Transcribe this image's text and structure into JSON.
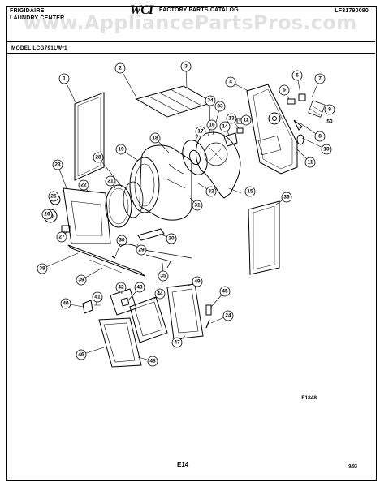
{
  "header": {
    "brand_line1": "FRIGIDAIRE",
    "brand_line2": "LAUNDRY CENTER",
    "logo": "WCI",
    "catalog": "FACTORY PARTS CATALOG",
    "part_number": "LF31790080",
    "watermark": "www.AppliancePartsPros.com",
    "model": "MODEL LCG791LW*1"
  },
  "diagram": {
    "callouts": [
      "1",
      "2",
      "3",
      "4",
      "5",
      "6",
      "7",
      "8",
      "9",
      "10",
      "11",
      "12",
      "13",
      "14",
      "15",
      "16",
      "17",
      "18",
      "19",
      "20",
      "21",
      "22",
      "23",
      "24",
      "25",
      "26",
      "27",
      "28",
      "29",
      "30",
      "31",
      "32",
      "33",
      "34",
      "35",
      "36",
      "38",
      "39",
      "40",
      "41",
      "42",
      "43",
      "44",
      "45",
      "46",
      "47",
      "48",
      "49",
      "50"
    ]
  },
  "footer": {
    "figure_code": "E1848",
    "page": "E14",
    "date": "9/93"
  }
}
